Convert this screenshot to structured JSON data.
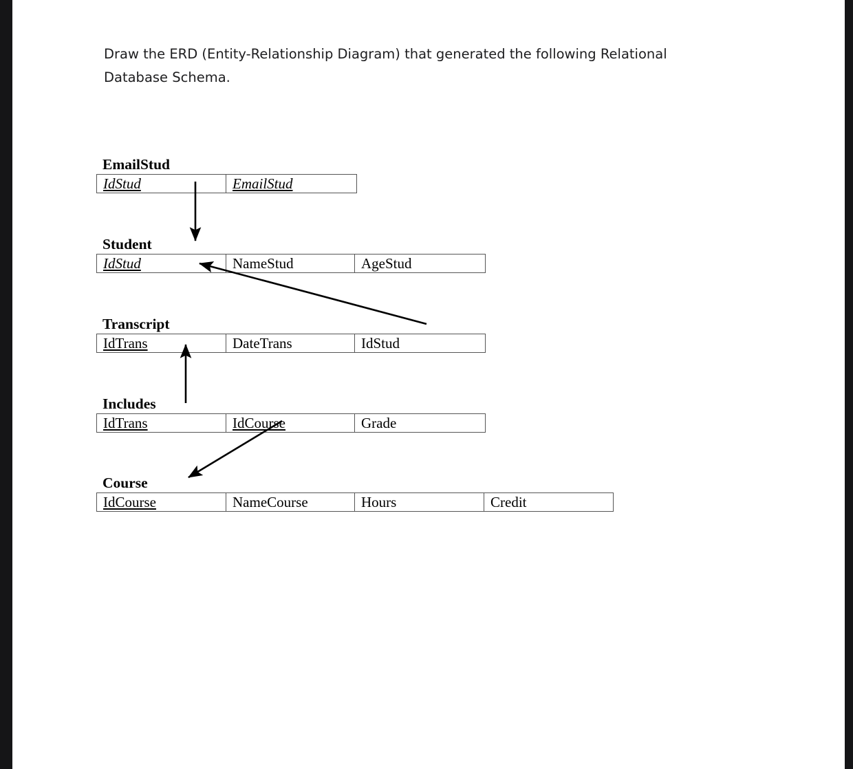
{
  "document": {
    "prompt_line_1": "Draw the ERD (Entity-Relationship Diagram) that generated the following Relational",
    "prompt_line_2": "Database Schema."
  },
  "schema": {
    "relations": [
      {
        "name": "EmailStud",
        "attributes": [
          {
            "label": "IdStud",
            "key": "pk",
            "italic": true
          },
          {
            "label": "EmailStud",
            "key": "pk",
            "italic": true
          }
        ]
      },
      {
        "name": "Student",
        "attributes": [
          {
            "label": "IdStud",
            "key": "pk",
            "italic": true
          },
          {
            "label": "NameStud",
            "key": "none",
            "italic": false
          },
          {
            "label": "AgeStud",
            "key": "none",
            "italic": false
          }
        ]
      },
      {
        "name": "Transcript",
        "attributes": [
          {
            "label": "IdTrans",
            "key": "pk",
            "italic": false
          },
          {
            "label": "DateTrans",
            "key": "none",
            "italic": false
          },
          {
            "label": "IdStud",
            "key": "fk",
            "italic": false
          }
        ]
      },
      {
        "name": "Includes",
        "attributes": [
          {
            "label": "IdTrans",
            "key": "pk",
            "italic": false
          },
          {
            "label": "IdCourse",
            "key": "pk",
            "italic": false
          },
          {
            "label": "Grade",
            "key": "none",
            "italic": false
          }
        ]
      },
      {
        "name": "Course",
        "attributes": [
          {
            "label": "IdCourse",
            "key": "pk",
            "italic": false
          },
          {
            "label": "NameCourse",
            "key": "none",
            "italic": false
          },
          {
            "label": "Hours",
            "key": "none",
            "italic": false
          },
          {
            "label": "Credit",
            "key": "none",
            "italic": false
          }
        ]
      }
    ],
    "references": [
      {
        "from": "EmailStud.IdStud",
        "to": "Student.IdStud"
      },
      {
        "from": "Transcript.IdStud",
        "to": "Student.IdStud"
      },
      {
        "from": "Includes.IdTrans",
        "to": "Transcript.IdTrans"
      },
      {
        "from": "Includes.IdCourse",
        "to": "Course.IdCourse"
      }
    ]
  },
  "colors": {
    "ink": "#000000",
    "rule": "#555555",
    "page": "#ffffff",
    "edge_band": "#151517"
  }
}
